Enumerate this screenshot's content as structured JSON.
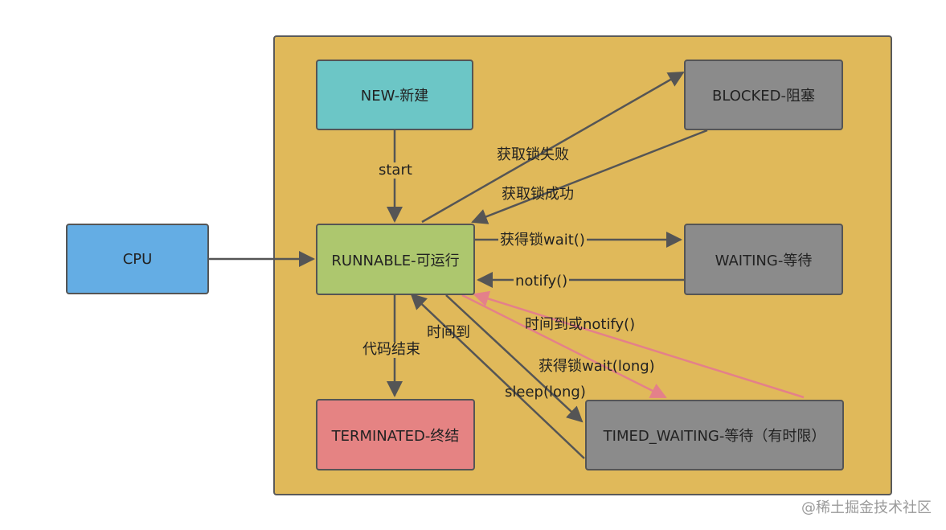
{
  "nodes": {
    "new": {
      "label": "NEW-新建",
      "color": "#6cc6c6"
    },
    "blocked": {
      "label": "BLOCKED-阻塞",
      "color": "#8b8b8b"
    },
    "cpu": {
      "label": "CPU",
      "color": "#64ade4"
    },
    "runnable": {
      "label": "RUNNABLE-可运行",
      "color": "#adc76e"
    },
    "waiting": {
      "label": "WAITING-等待",
      "color": "#8b8b8b"
    },
    "terminated": {
      "label": "TERMINATED-终结",
      "color": "#e58383"
    },
    "timed_waiting": {
      "label": "TIMED_WAITING-等待（有时限）",
      "color": "#8b8b8b"
    }
  },
  "edges": {
    "start": "start",
    "lock_fail": "获取锁失败",
    "lock_success": "获取锁成功",
    "wait": "获得锁wait()",
    "notify": "notify()",
    "time_or_notify": "时间到或notify()",
    "wait_long": "获得锁wait(long)",
    "sleep_long": "sleep(long)",
    "time_up": "时间到",
    "code_end": "代码结束"
  },
  "colors": {
    "container": "#e0b95a",
    "arrow": "#555555",
    "arrow_pink": "#e4808a"
  },
  "watermark": "@稀土掘金技术社区"
}
